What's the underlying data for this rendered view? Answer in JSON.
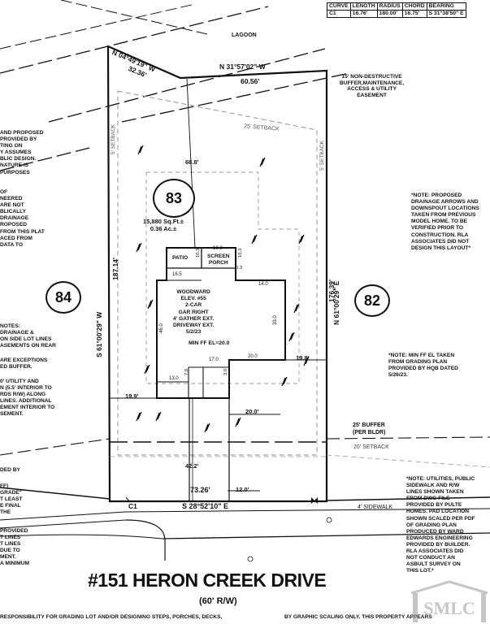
{
  "curve_table": {
    "headers": [
      "CURVE",
      "LENGTH",
      "RADIUS",
      "CHORD",
      "BEARING"
    ],
    "rows": [
      [
        "C1",
        "16.76'",
        "180.00'",
        "16.75'",
        "S 31°38'50\" E"
      ]
    ]
  },
  "labels": {
    "lagoon": "LAGOON",
    "top_bearing_left": "N 04°49'19\" W",
    "top_dist_left": "32.36'",
    "top_bearing_right": "N 31°57'02\" W",
    "top_dist_right": "60.56'",
    "buffer_note": "15' NON-DESTRUCTIVE\nBUFFER,MAINTENANCE,\nACCESS & UTILITY\nEASEMENT",
    "setback_rear": "25' SETBACK",
    "setback_side_left": "5' SETBACK",
    "setback_side_right": "5' SETBACK",
    "dim_rear_house": "68.8'",
    "lot_number": "83",
    "lot_area": "15,880 Sq.Ft.±\n0.36 Ac.±",
    "left_bearing": "S 61°00'29\" W",
    "left_dist": "187.14'",
    "right_bearing": "N 61°00'29\" E",
    "right_dist": "176.39'",
    "patio": "PATIO",
    "screen_porch": "SCREEN\nPORCH",
    "dim_19_8": "19.8",
    "dim_10_3a": "10.3",
    "dim_10_3b": "10.3",
    "dim_0_3": "0.3",
    "dim_16_5": "16.5",
    "dim_14_0": "14.0",
    "house_note": "WOODWARD\nELEV. #55\n2-CAR\nGAR RIGHT\n4' GATHER EXT.\nDRIVEWAY EXT.\n5/2/23",
    "min_ff": "MIN FF EL=20.0",
    "dim_46_0": "46.0",
    "dim_33_0": "33.0",
    "dim_17_0": "17.0",
    "dim_20_0a": "20.0",
    "dim_13_0": "13.0",
    "dim_7_0": "7.0",
    "dim_3_0": "3.0",
    "dim_19_8b": "19.8'",
    "dim_19_9": "19.9'",
    "dim_20_0b": "20.0'",
    "buffer_front": "25' BUFFER\n(PER BLDR)",
    "setback_front": "20' SETBACK",
    "dim_42_2": "42.2'",
    "dim_73_26": "73.26'",
    "dim_12_0": "12.0'",
    "curve_label": "C1",
    "front_bearing": "S 28°52'10\" E",
    "sidewalk": "4' SIDEWALK",
    "address": "#151 HERON CREEK DRIVE",
    "row_width": "(60' R/W)",
    "lot_left": "84",
    "lot_right": "82"
  },
  "notes": {
    "right_top": "*NOTE: PROPOSED\nDRAINAGE ARROWS AND\nDOWNSPOUT LOCATIONS\nTAKEN FROM PREVIOUS\nMODEL HOME. TO BE\nVERIFIED PRIOR TO\nCONSTRUCTION. RLA\nASSOCIATES DID NOT\nDESIGN THIS LAYOUT*",
    "right_mid": "*NOTE: MIN FF EL TAKEN\nFROM GRADING PLAN\nPROVIDED BY HQB DATED\n5/26/23.",
    "right_bottom": "*NOTE: UTILITIES, PUBLIC\nSIDEWALK AND R/W\nLINES SHOWN TAKEN\nFROM DWG FILE\nPROVIDED BY PULTE\nHOMES. PAD LOCATION\nSHOWN SCALED PER PDF\nOF GRADING PLAN\nPRODUCED BY WARD\nEDWARDS ENGINEERING\nPROVIDED BY BUILDER.\nRLA ASSOCIATES DID\nNOT CONDUCT AN\nASBULT SURVEY ON\nTHIS LOT.*",
    "left_1": "AND PROPOSED\nPROVIDED BY\nTING ON\nY ASSUMES\nBLIC DESIGN.\nNATURE IS\nPURPOSES",
    "left_2": "OF\nNEERED\nARE NOT\nBLICALLY\nDRAINAGE\nROPOSED\nFROM THIS PLAT\nACED FROM\nDATA TO",
    "left_3": "NOTES:\nDRAINAGE &\nON SIDE LOT LINES\nASEMENTS ON REAR",
    "left_4": "ARE EXCEPTIONS\nED BUFFER.",
    "left_5": "0' UTILITY AND\nN (5.5' INTERIOR TO\nRDS R/W) ALONG\nLINES. ADDITIONAL\nEMENT INTERIOR TO\nSEMENT.",
    "left_6": "DED BY",
    "left_7": "FF)\nGRADE\"\nT LEAST\nE FINAL\nTHE",
    "left_8": "PROVIDED\nT LINES\nT LINES\nDUE TO\nMENT.\nA MINIMUM",
    "footer_left": "RESPONSIBILITY FOR GRADING LOT AND/OR DESIGNING STEPS, PORCHES, DECKS,",
    "footer_right": "BY GRAPHIC SCALING ONLY. THIS PROPERTY APPEARS"
  },
  "watermark": "SMLC"
}
